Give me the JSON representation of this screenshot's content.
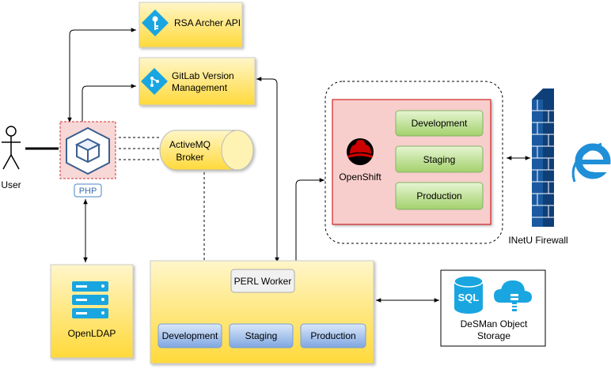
{
  "nodes": {
    "user": "User",
    "php": "PHP",
    "rsa": "RSA Archer API",
    "gitlab": [
      "GitLab Version",
      "Management"
    ],
    "activemq": [
      "ActiveMQ",
      "Broker"
    ],
    "openldap": "OpenLDAP",
    "perl": "PERL Worker",
    "perl_dev": "Development",
    "perl_staging": "Staging",
    "perl_prod": "Production",
    "openshift": "OpenShift",
    "os_dev": "Development",
    "os_staging": "Staging",
    "os_prod": "Production",
    "firewall": "INetU Firewall",
    "desman": [
      "DeSMan Object",
      "Storage"
    ],
    "sql": "SQL"
  },
  "colors": {
    "yellow_top": "#fff6c9",
    "yellow_bottom": "#ffd93a",
    "green_top": "#e6f5d2",
    "green_bottom": "#a3d16c",
    "blue_top": "#dbe8fb",
    "blue_bottom": "#7ea6e0",
    "openshift_fill": "#f8cecc",
    "openshift_border": "#cc0000",
    "firewall_blue": "#1b5aa0",
    "ie_blue": "#1f8fd8"
  }
}
